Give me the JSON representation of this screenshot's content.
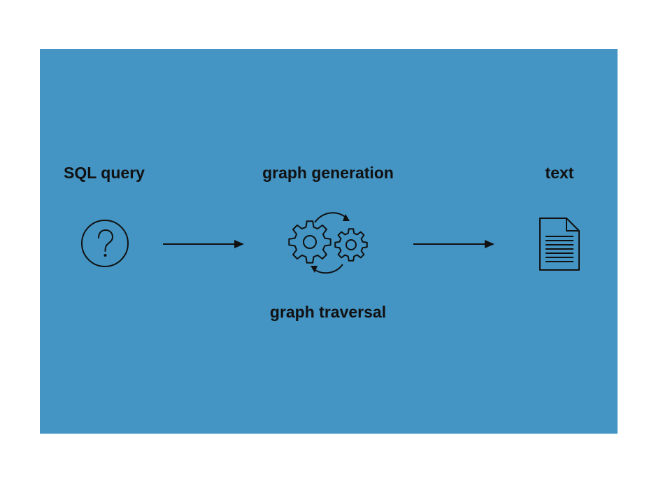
{
  "diagram": {
    "steps": [
      {
        "label": "SQL query",
        "icon": "question-mark-circle-icon"
      },
      {
        "label": "graph generation",
        "icon": "gears-cycle-icon"
      },
      {
        "label": "text",
        "icon": "document-icon"
      }
    ],
    "sub_label": "graph traversal"
  },
  "colors": {
    "panel": "#4495c4",
    "background": "#ffffff",
    "ink": "#111111"
  }
}
